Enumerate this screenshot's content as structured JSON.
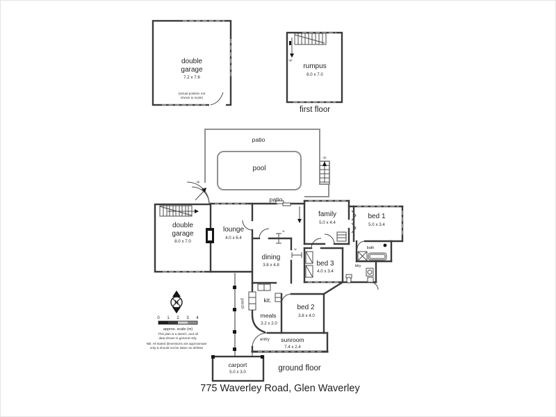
{
  "address": "775 Waverley Road, Glen Waverley",
  "upper": {
    "garage": {
      "name_line1": "double",
      "name_line2": "garage",
      "dims": "7.2 x 7.6",
      "note_line1": "(actual position not",
      "note_line2": "shown to scale)"
    },
    "rumpus": {
      "name": "rumpus",
      "dims": "6.0 x 7.0"
    },
    "floor_label": "first floor"
  },
  "ground": {
    "floor_label": "ground floor",
    "patio_top": "patio",
    "patio_bottom": "patio",
    "pool": "pool",
    "garage": {
      "name_line1": "double",
      "name_line2": "garage",
      "dims": "8.0 x 7.0"
    },
    "lounge": {
      "name": "lounge",
      "dims": "4.0 x 6.4"
    },
    "family": {
      "name": "family",
      "dims": "5.0 x 4.4"
    },
    "bed1": {
      "name": "bed 1",
      "dims": "5.0 x 3.4"
    },
    "bed2": {
      "name": "bed 2",
      "dims": "3.8 x 4.0"
    },
    "bed3": {
      "name": "bed 3",
      "dims": "4.0 x 3.4"
    },
    "dining": {
      "name": "dining",
      "dims": "3.8 x 4.8"
    },
    "kitchen": {
      "name": "kit."
    },
    "meals": {
      "name": "meals",
      "dims": "3.2 x 2.0"
    },
    "sunroom": {
      "name": "sunroom",
      "dims": "7.4 x 2.4"
    },
    "carport": {
      "name": "carport",
      "dims": "5.0 x 3.0"
    },
    "bath": {
      "name": "bath"
    },
    "laundry": {
      "name": "ldry"
    },
    "entry": {
      "name": "entry"
    },
    "porch": {
      "name": "porch"
    }
  },
  "compass": {
    "north": "N"
  },
  "scale": {
    "ticks": [
      "0",
      "1",
      "2",
      "3",
      "4"
    ],
    "caption": "approx. scale (m)",
    "note1_line1": "This plan is a sketch, and all",
    "note1_line2": "data shown is general only.",
    "note2_line1": "NB: All stated dimensions are approximate",
    "note2_line2": "only & should not be taken as definite"
  },
  "markers": {
    "window": "w",
    "up": "up"
  }
}
